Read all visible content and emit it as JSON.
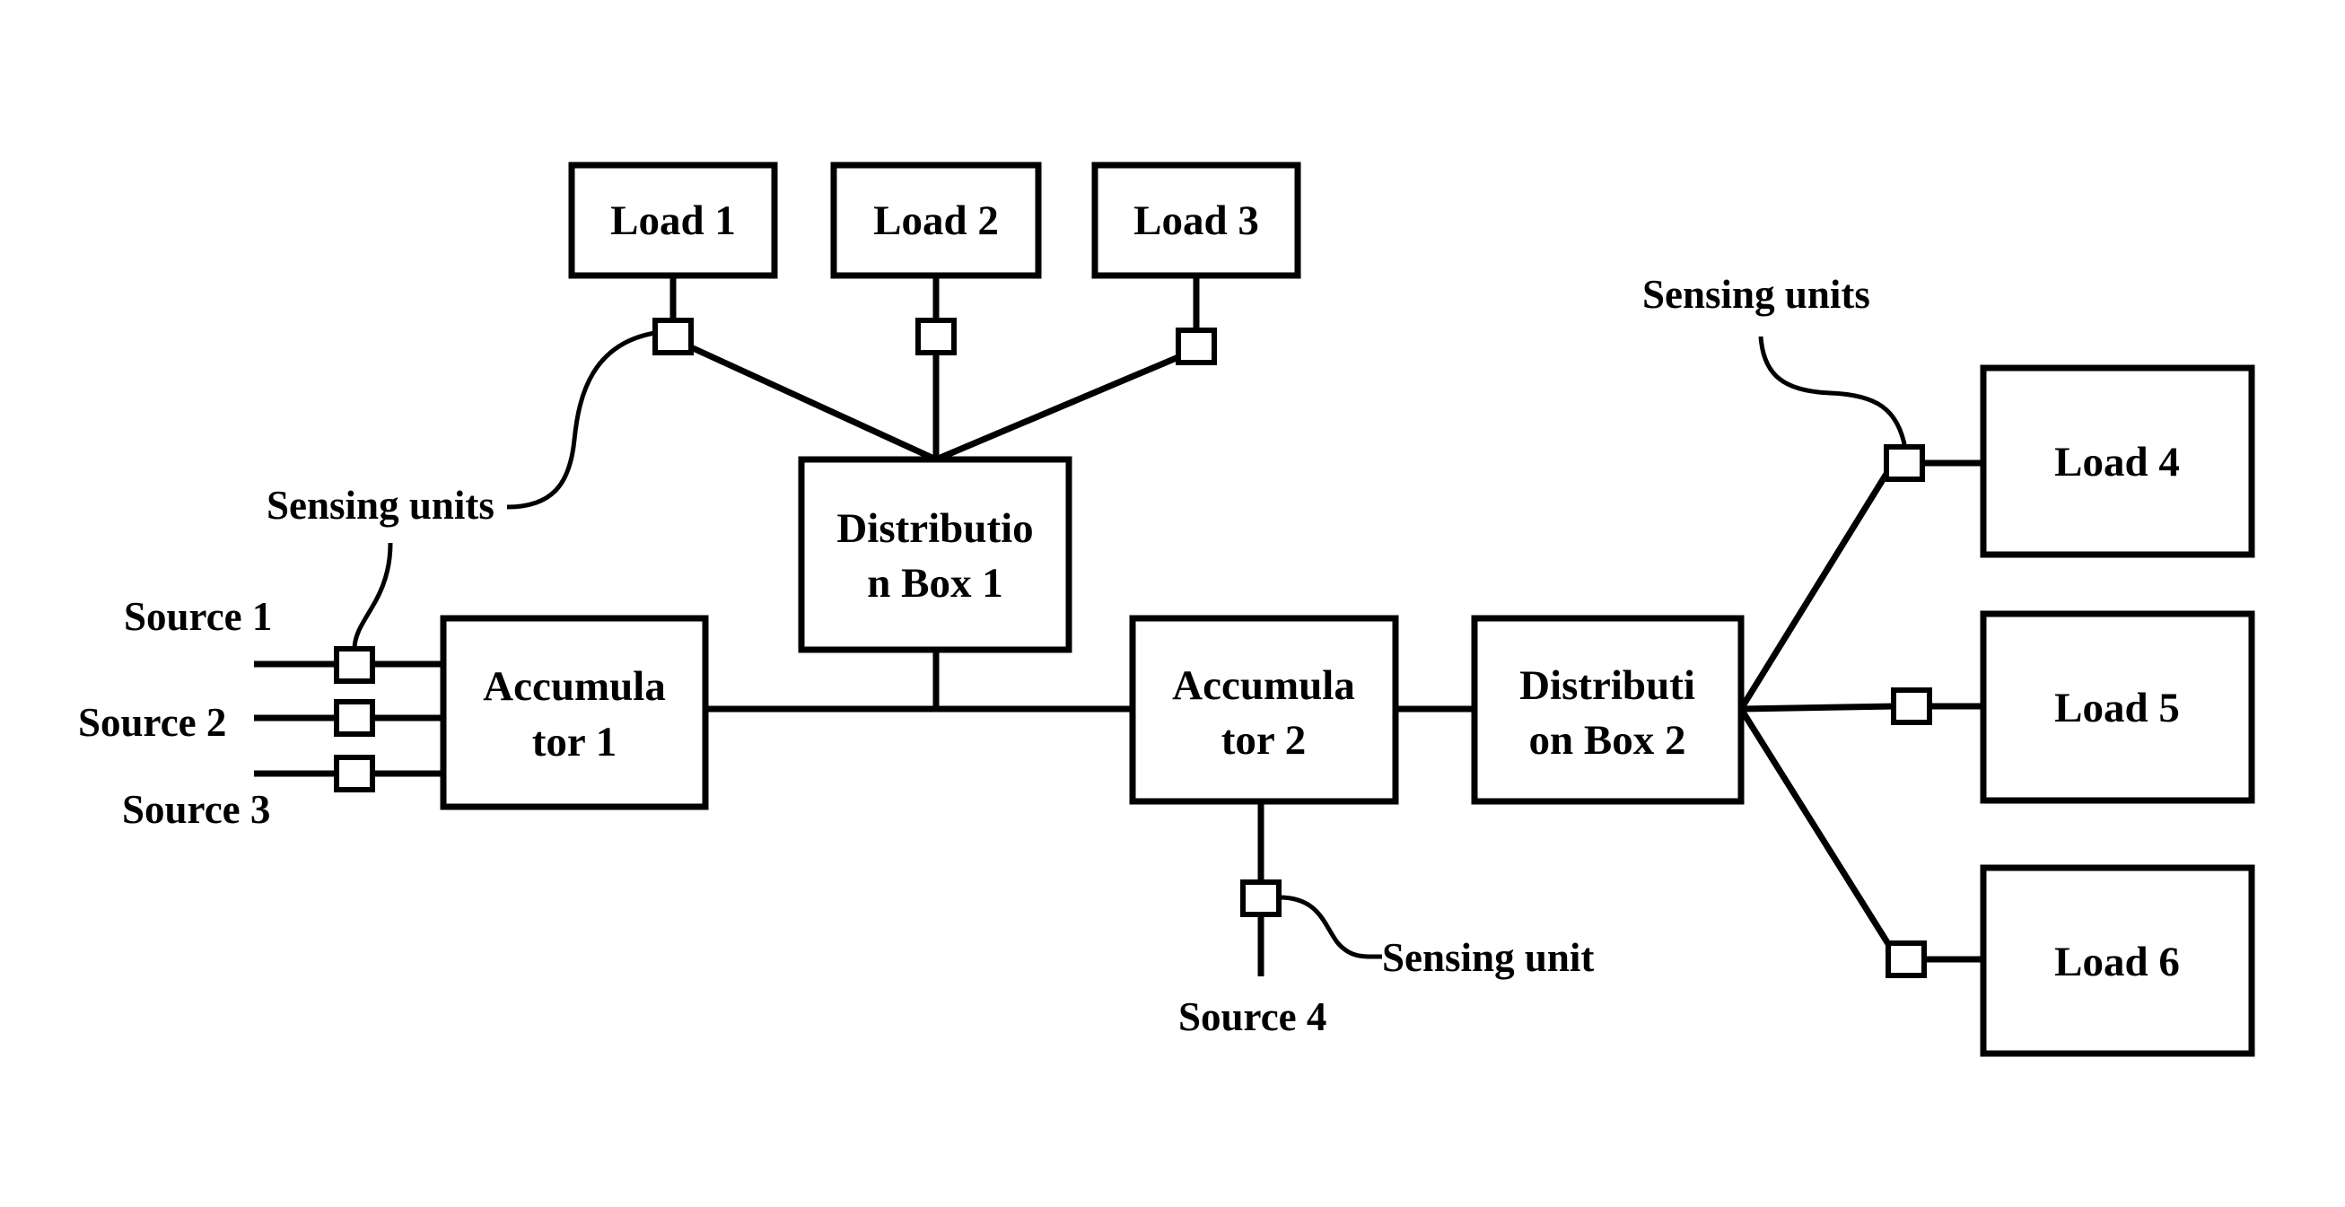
{
  "loads": {
    "load1": "Load 1",
    "load2": "Load 2",
    "load3": "Load 3",
    "load4": "Load 4",
    "load5": "Load 5",
    "load6": "Load 6"
  },
  "distribution_box_1": {
    "line1": "Distributio",
    "line2": "n Box 1"
  },
  "distribution_box_2": {
    "line1": "Distributi",
    "line2": "on Box 2"
  },
  "accumulator_1": {
    "line1": "Accumula",
    "line2": "tor 1"
  },
  "accumulator_2": {
    "line1": "Accumula",
    "line2": "tor 2"
  },
  "sources": {
    "source1": "Source 1",
    "source2": "Source 2",
    "source3": "Source 3",
    "source4": "Source 4"
  },
  "sensing_labels": {
    "left": "Sensing units",
    "right": "Sensing units",
    "bottom": "Sensing unit"
  }
}
